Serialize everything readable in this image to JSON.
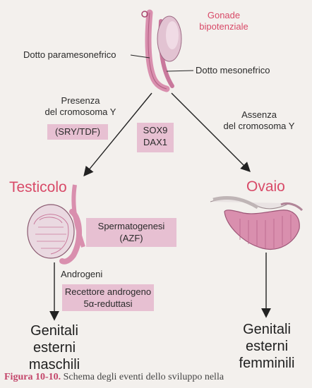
{
  "top": {
    "gonad_title": [
      "Gonade",
      "bipotenziale"
    ],
    "paramesonephric": "Dotto paramesonefrico",
    "mesonephric": "Dotto mesonefrico"
  },
  "left_branch": {
    "condition": [
      "Presenza",
      "del cromosoma Y"
    ],
    "box": "(SRY/TDF)"
  },
  "center_box": [
    "SOX9",
    "DAX1"
  ],
  "right_branch": {
    "condition": [
      "Assenza",
      "del cromosoma Y"
    ]
  },
  "testis": {
    "title": "Testicolo",
    "spermatogenesis_box": [
      "Spermatogenesi",
      "(AZF)"
    ],
    "androgens": "Androgeni",
    "receptor_box": [
      "Recettore androgeno",
      "5α-reduttasi"
    ],
    "outcome": [
      "Genitali",
      "esterni",
      "maschili"
    ]
  },
  "ovary": {
    "title": "Ovaio",
    "outcome": [
      "Genitali",
      "esterni",
      "femminili"
    ]
  },
  "caption": {
    "label": "Figura 10-10.",
    "text": "Schema degli eventi dello sviluppo nella"
  },
  "colors": {
    "accent_red": "#d84a68",
    "box_pink": "#e7c0d2",
    "tissue_pink": "#d98fae"
  }
}
